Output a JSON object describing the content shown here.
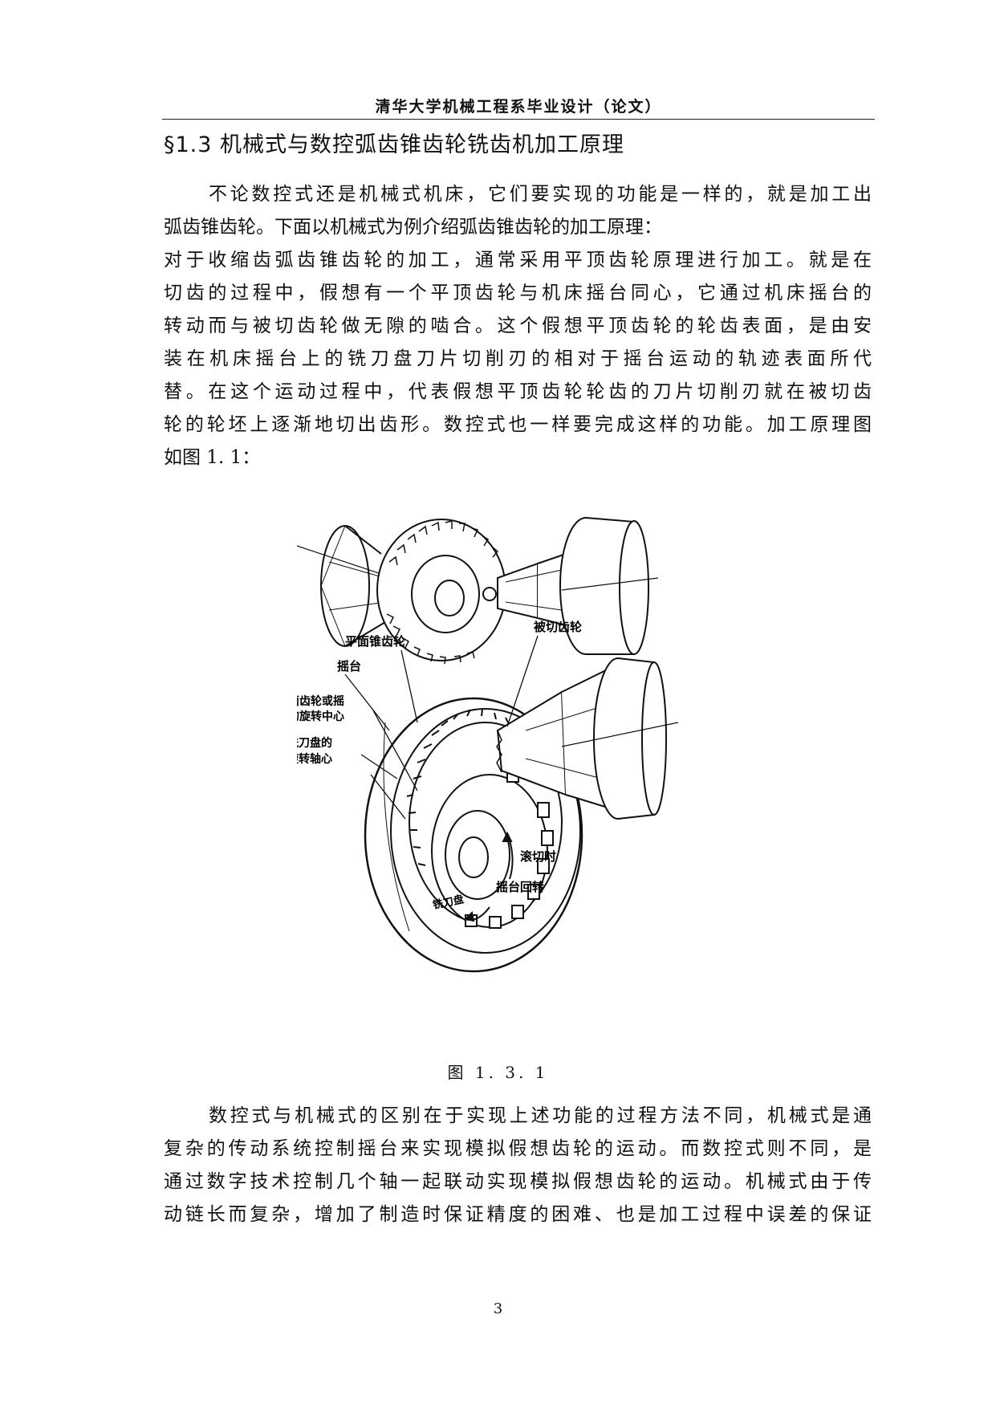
{
  "header": "清华大学机械工程系毕业设计（论文）",
  "section_title": "§1.3 机械式与数控弧齿锥齿轮铣齿机加工原理",
  "para1_lines": [
    "不论数控式还是机械式机床，它们要实现的功能是一样的，就是加工出",
    "弧齿锥齿轮。下面以机械式为例介绍弧齿锥齿轮的加工原理：",
    "对于收缩齿弧齿锥齿轮的加工，通常采用平顶齿轮原理进行加工。就是在",
    "切齿的过程中，假想有一个平顶齿轮与机床摇台同心，它通过机床摇台的",
    "转动而与被切齿轮做无隙的啮合。这个假想平顶齿轮的轮齿表面，是由安",
    "装在机床摇台上的铣刀盘刀片切削刃的相对于摇台运动的轨迹表面所代",
    "替。在这个运动过程中，代表假想平顶齿轮轮齿的刀片切削刃就在被切齿",
    "轮的轮坯上逐渐地切出齿形。数控式也一样要完成这样的功能。加工原理图",
    "如图 1. 1："
  ],
  "figure": {
    "labels": {
      "face_cone_gear": "平面锥齿轮",
      "cradle": "摇台",
      "center_line1": "平面齿轮或摇",
      "center_line2": "台的旋转中心",
      "cutter_line1": "铣刀盘的",
      "cutter_line2": "旋转轴心",
      "workpiece": "被切齿轮",
      "cutter_disc": "铣刀盘",
      "rolling": "滚切时",
      "cradle_rotation": "摇台回转"
    },
    "caption": "图 1. 3. 1"
  },
  "para2_lines": [
    "数控式与机械式的区别在于实现上述功能的过程方法不同，机械式是通",
    "复杂的传动系统控制摇台来实现模拟假想齿轮的运动。而数控式则不同，是",
    "通过数字技术控制几个轴一起联动实现模拟假想齿轮的运动。机械式由于传",
    "动链长而复杂，增加了制造时保证精度的困难、也是加工过程中误差的保证"
  ],
  "page_number": "3"
}
